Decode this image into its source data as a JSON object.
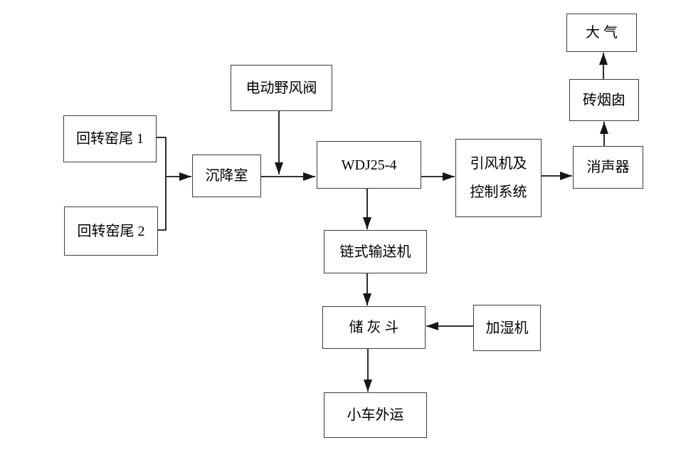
{
  "diagram": {
    "type": "flowchart",
    "language": "zh-CN",
    "nodes": {
      "kiln1": {
        "label": "回转窑尾 1"
      },
      "kiln2": {
        "label": "回转窑尾 2"
      },
      "valve": {
        "label": "电动野风阀"
      },
      "settling": {
        "label": "沉降室"
      },
      "wdj": {
        "label": "WDJ25-4"
      },
      "fan": {
        "line1": "引风机及",
        "line2": "控制系统"
      },
      "muffler": {
        "label": "消声器"
      },
      "chimney": {
        "label": "砖烟囱"
      },
      "atmosphere": {
        "label": "大 气"
      },
      "conveyor": {
        "label": "链式输送机"
      },
      "hopper": {
        "label": "储 灰 斗"
      },
      "humidifier": {
        "label": "加湿机"
      },
      "cart": {
        "label": "小车外运"
      }
    },
    "edges": [
      {
        "from": "kiln1",
        "to": "settling"
      },
      {
        "from": "kiln2",
        "to": "settling"
      },
      {
        "from": "valve",
        "to": "settling-wdj-duct"
      },
      {
        "from": "settling",
        "to": "wdj"
      },
      {
        "from": "wdj",
        "to": "fan"
      },
      {
        "from": "fan",
        "to": "muffler"
      },
      {
        "from": "muffler",
        "to": "chimney"
      },
      {
        "from": "chimney",
        "to": "atmosphere"
      },
      {
        "from": "wdj",
        "to": "conveyor"
      },
      {
        "from": "conveyor",
        "to": "hopper"
      },
      {
        "from": "humidifier",
        "to": "hopper"
      },
      {
        "from": "hopper",
        "to": "cart"
      }
    ],
    "colors": {
      "background": "#ffffff",
      "line": "#161616",
      "box_border": "#3c3c3c",
      "text": "#000000"
    }
  }
}
